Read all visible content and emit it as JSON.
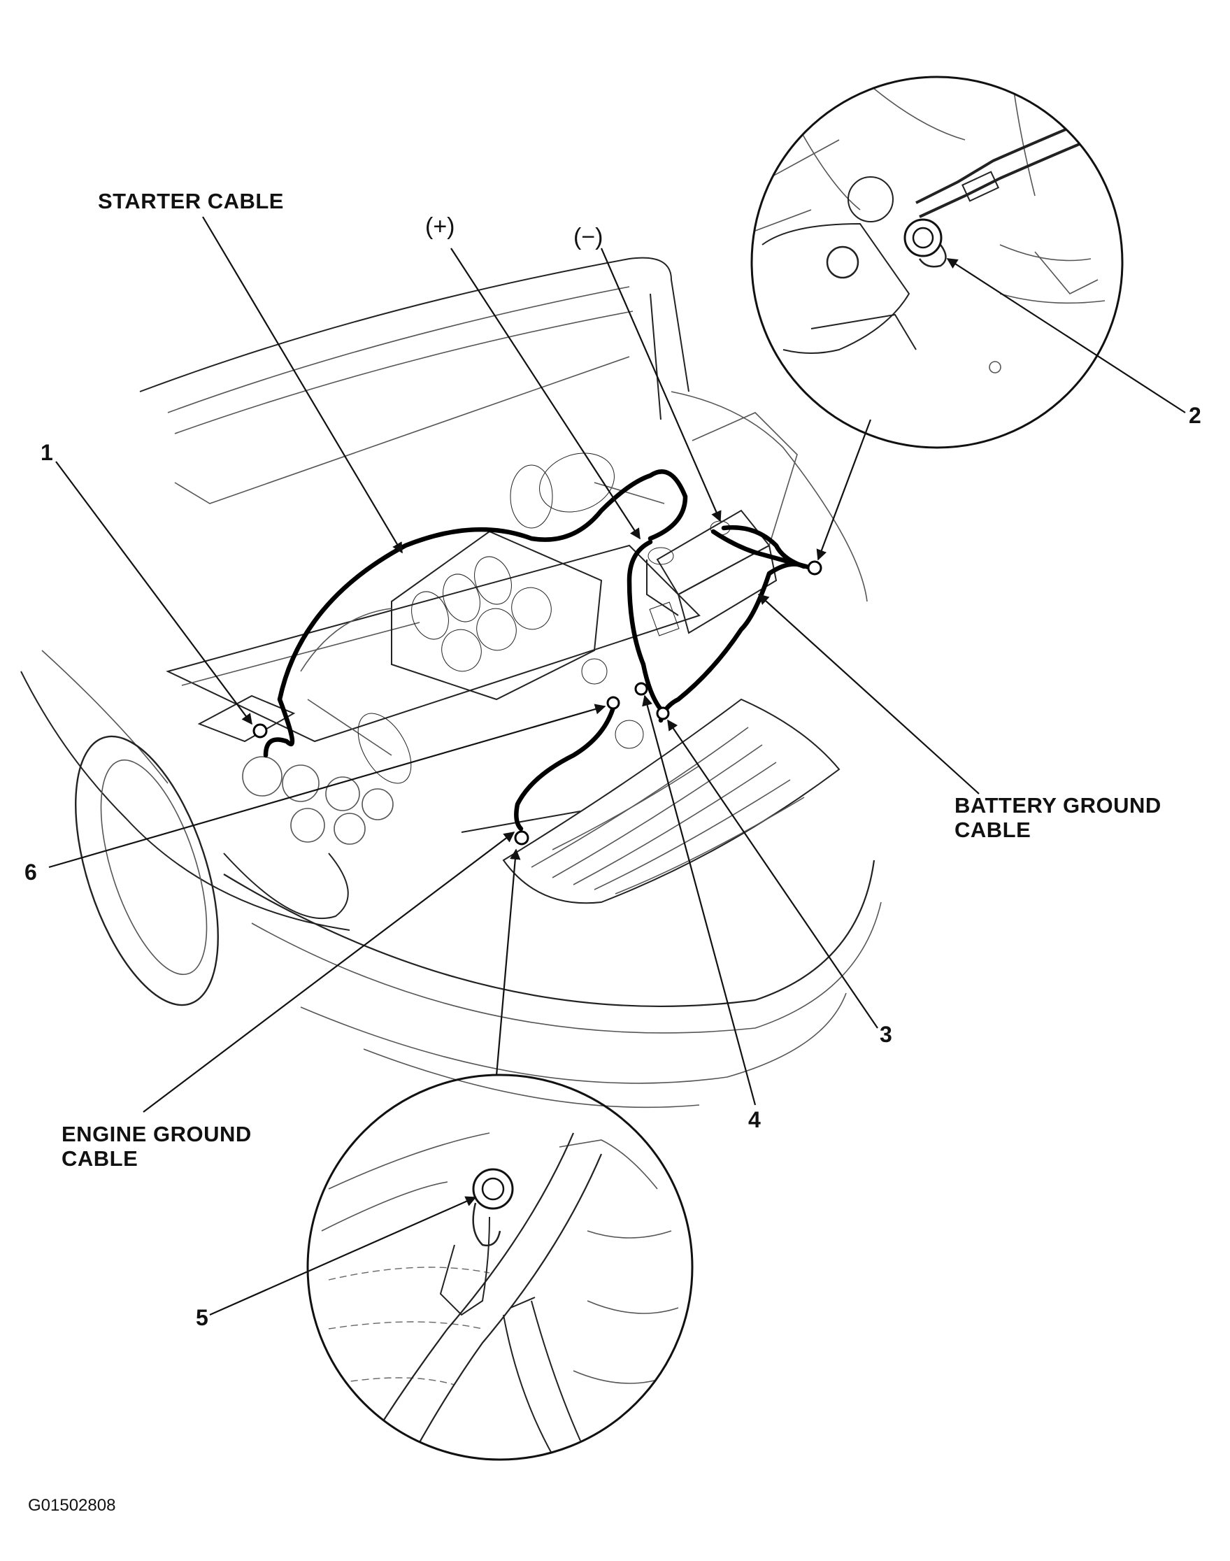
{
  "labels": {
    "starter_cable": "STARTER CABLE",
    "positive": "(+)",
    "negative": "(−)",
    "battery_ground_line1": "BATTERY GROUND",
    "battery_ground_line2": "CABLE",
    "engine_ground_line1": "ENGINE GROUND",
    "engine_ground_line2": "CABLE",
    "num_1": "1",
    "num_2": "2",
    "num_3": "3",
    "num_4": "4",
    "num_5": "5",
    "num_6": "6"
  },
  "figure_code": "G01502808"
}
